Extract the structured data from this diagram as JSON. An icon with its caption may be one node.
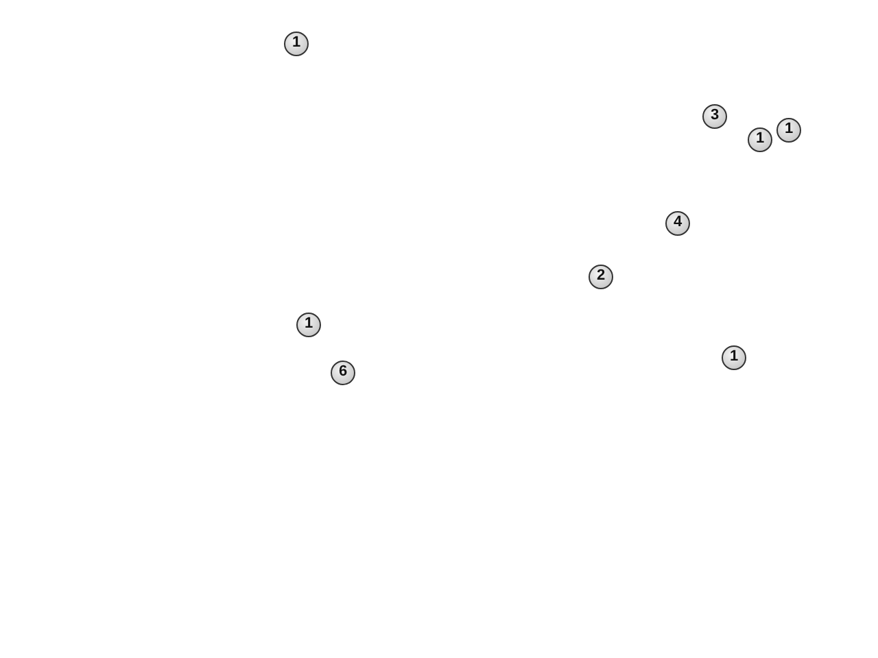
{
  "diagram": {
    "nodes": [
      {
        "text": [
          "1"
        ]
      },
      {
        "text": [
          "3"
        ]
      },
      {
        "text": [
          "1"
        ]
      },
      {
        "text": [
          "1"
        ]
      },
      {
        "text": [
          "4"
        ]
      },
      {
        "text": [
          "2"
        ]
      },
      {
        "text": [
          "1"
        ]
      },
      {
        "text": [
          "1"
        ]
      },
      {
        "text": [
          "6"
        ]
      }
    ]
  }
}
